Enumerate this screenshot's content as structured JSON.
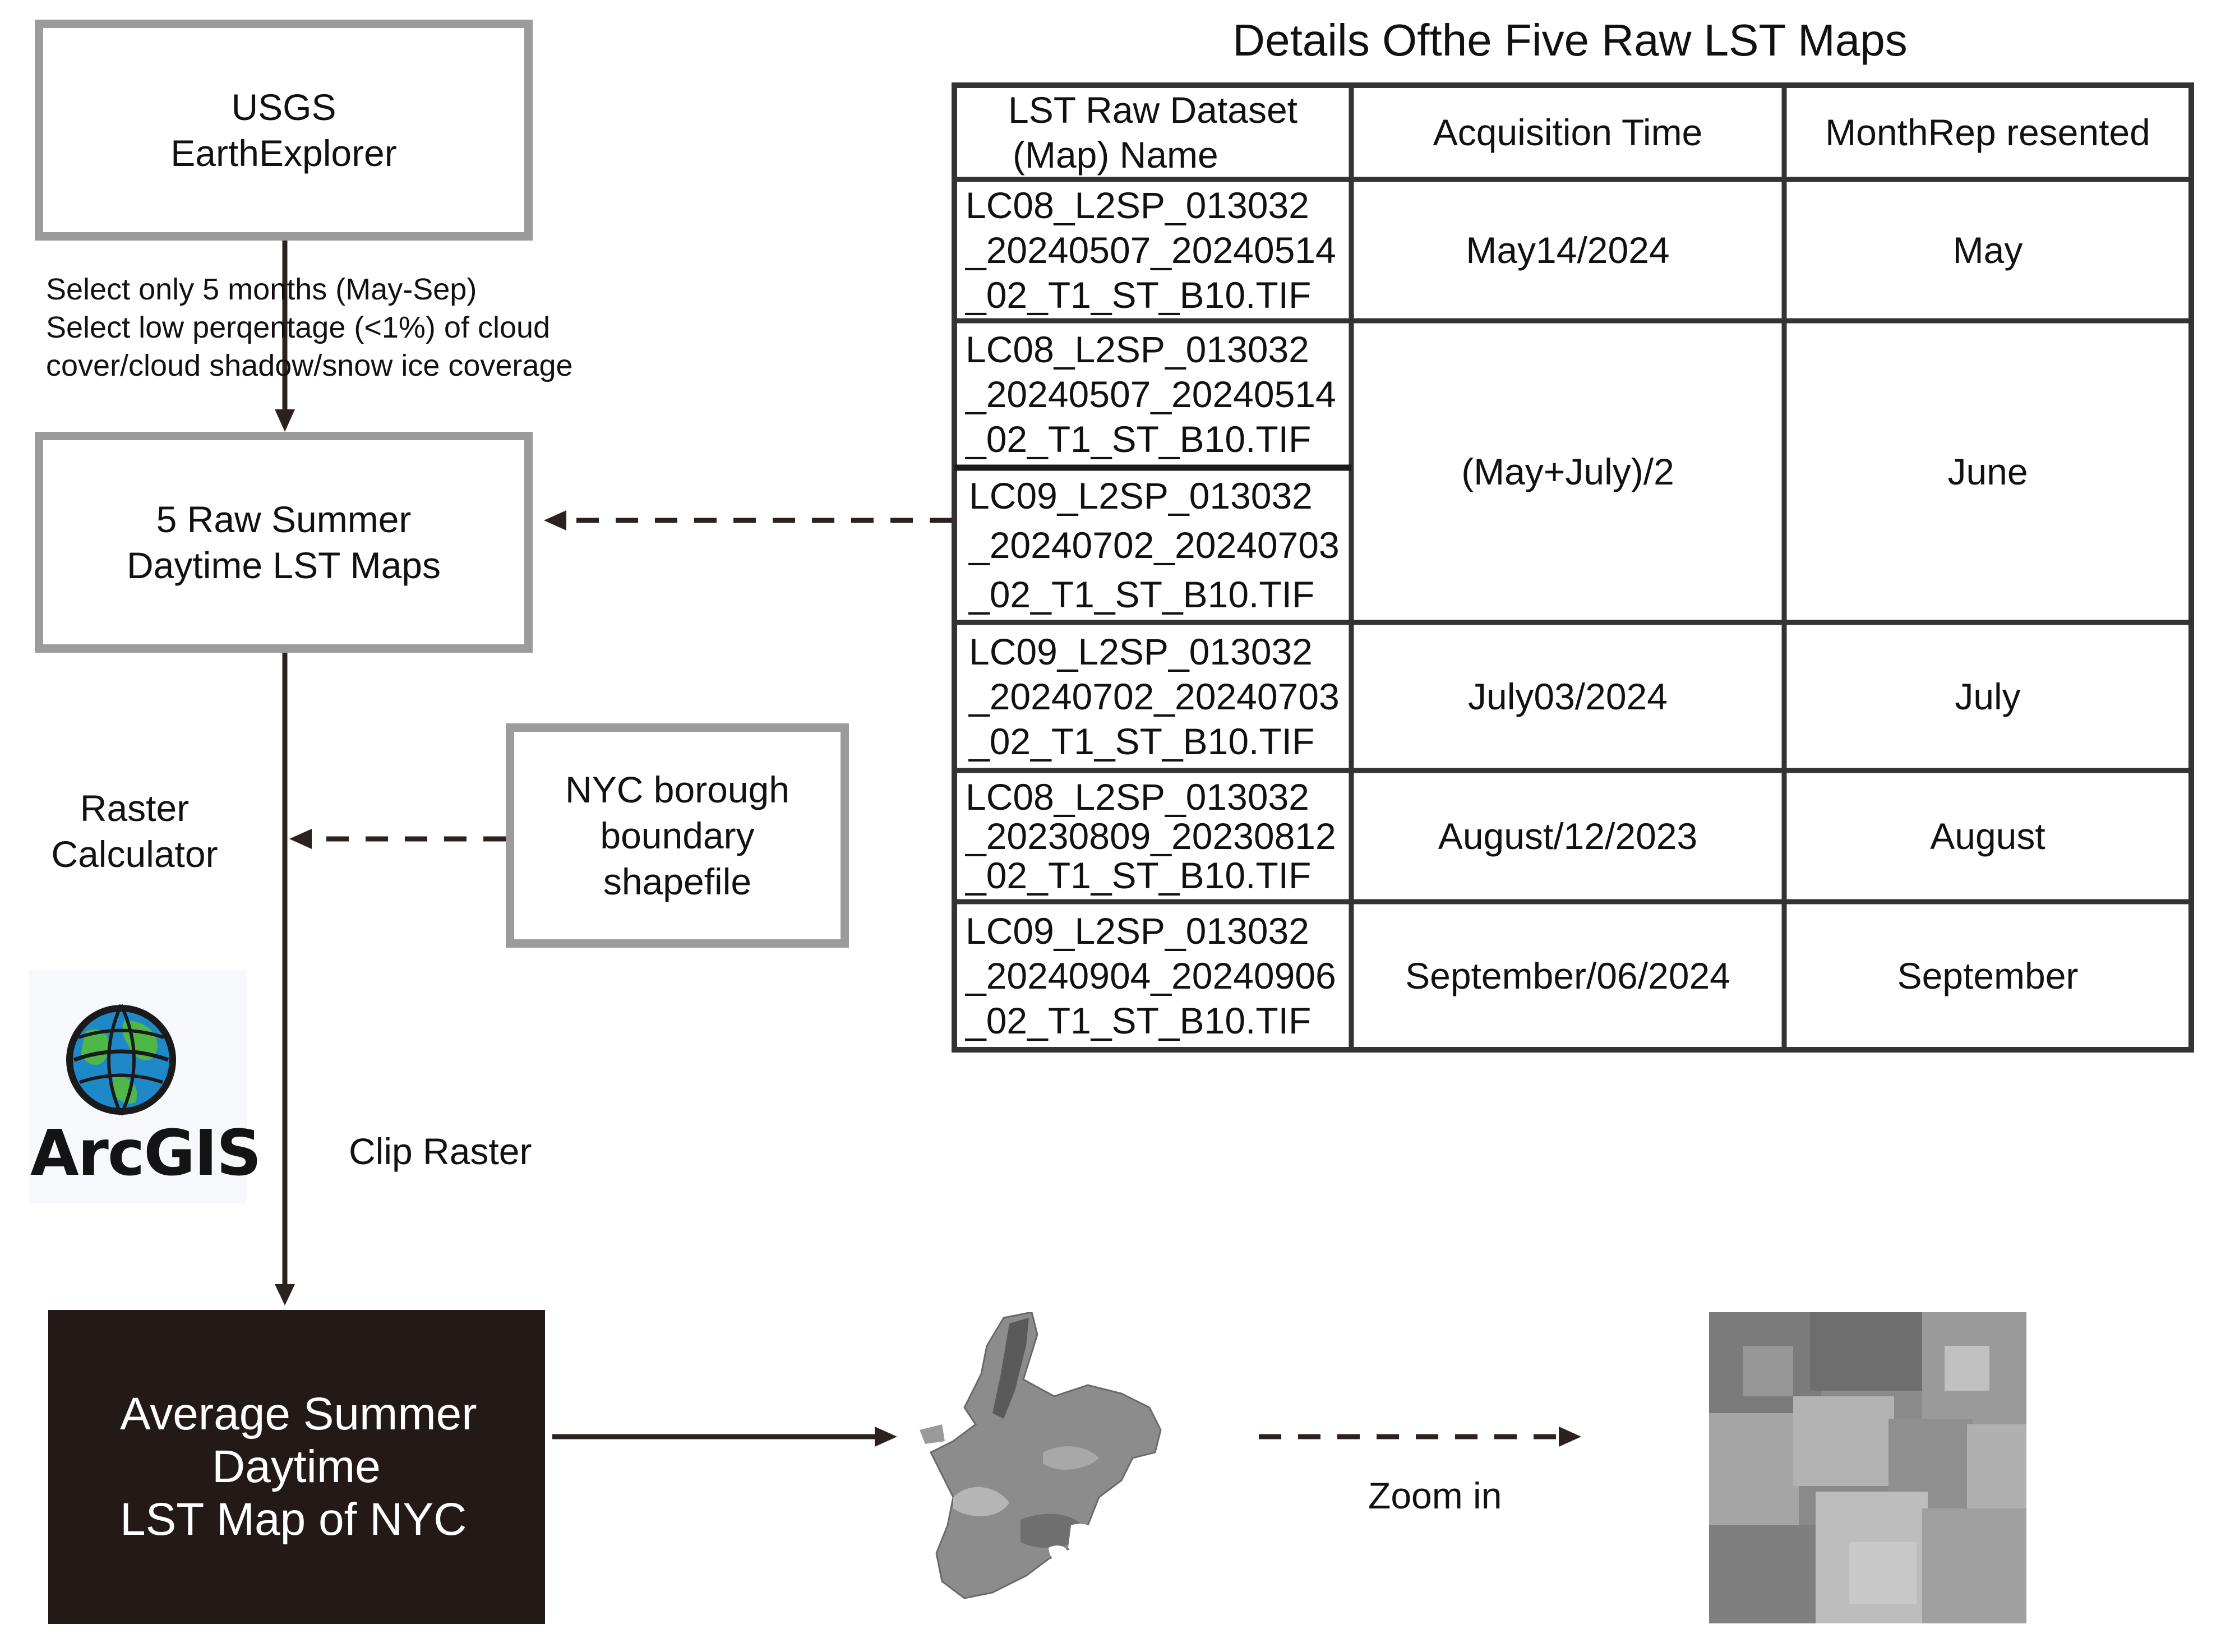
{
  "source_box": {
    "line1": "USGS",
    "line2": "EarthExplorer"
  },
  "selection_note": {
    "line1": "Select only 5 months (May-Sep)",
    "line2": "Select low perqentage (<1%) of cloud",
    "line3": "cover/cloud shadow/snow ice coverage"
  },
  "raw_maps_box": {
    "line1": "5 Raw Summer",
    "line2": "Daytime LST Maps"
  },
  "boundary_box": {
    "line1": "NYC borough",
    "line2": "boundary",
    "line3": "shapefile"
  },
  "raster_calculator_label": {
    "line1": "Raster",
    "line2": "Calculator"
  },
  "clip_raster_label": "Clip Raster",
  "arcgis_logo_text": "ArcGIS",
  "output_box": {
    "line1": "Average Summer",
    "line2": "Daytime",
    "line3": "LST Map of NYC"
  },
  "zoom_label": "Zoom in",
  "table": {
    "title": "Details Ofthe Five Raw LST Maps",
    "headers": {
      "name": [
        "LST Raw Dataset",
        "(Map) Name"
      ],
      "time": "Acquisition Time",
      "month": "MonthRep resented"
    },
    "rows": [
      {
        "name": [
          "LC08_L2SP_013032",
          "_20240507_20240514",
          "_02_T1_ST_B10.TIF"
        ],
        "time": "May14/2024",
        "month": "May"
      },
      {
        "name": [
          "LC08_L2SP_013032",
          "_20240507_20240514",
          "_02_T1_ST_B10.TIF"
        ],
        "time": "(May+July)/2",
        "month": "June",
        "name2": [
          "LC09_L2SP_013032",
          "_20240702_20240703",
          "_02_T1_ST_B10.TIF"
        ]
      },
      {
        "name": [
          "LC09_L2SP_013032",
          "_20240702_20240703",
          "_02_T1_ST_B10.TIF"
        ],
        "time": "July03/2024",
        "month": "July"
      },
      {
        "name": [
          "LC08_L2SP_013032",
          "_20230809_20230812",
          "_02_T1_ST_B10.TIF"
        ],
        "time": "August/12/2023",
        "month": "August"
      },
      {
        "name": [
          "LC09_L2SP_013032",
          "_20240904_20240906",
          "_02_T1_ST_B10.TIF"
        ],
        "time": "September/06/2024",
        "month": "September"
      }
    ]
  },
  "colors": {
    "box_border": "#9b9b9b",
    "arrow": "#2b2220",
    "output_fill": "#231a17",
    "table_border": "#333333"
  }
}
